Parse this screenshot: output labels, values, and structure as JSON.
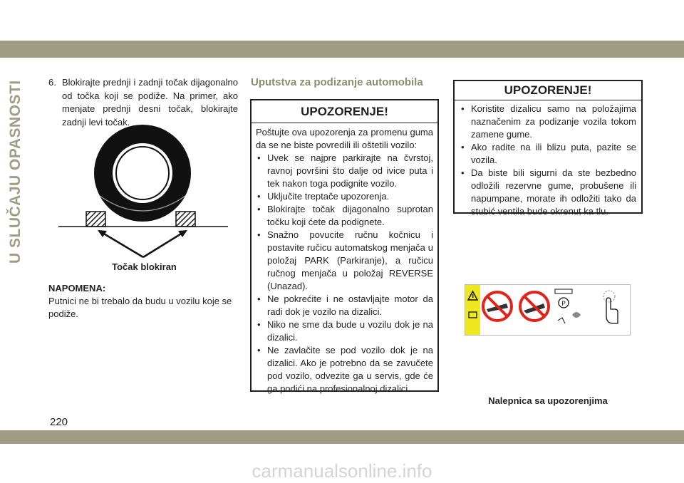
{
  "side_title": "U SLUČAJU OPASNOSTI",
  "page_number": "220",
  "watermark": "carmanualsonline.info",
  "step": {
    "number": "6.",
    "text": "Blokirajte prednji i zadnji točak dijagonalno od točka koji se podiže. Na primer, ako menjate prednji desni točak, blokirajte zadnji levi točak."
  },
  "figure_caption": "Točak blokiran",
  "note": {
    "heading": "NAPOMENA:",
    "text": "Putnici ne bi trebalo da budu u vozilu koje se podiže."
  },
  "section_heading": "Uputstva za podizanje automobila",
  "warning_box_1": {
    "title": "UPOZORENJE!",
    "intro": "Poštujte ova upozorenja za promenu guma da se ne biste povredili ili oštetili vozilo:",
    "items": [
      "Uvek se najpre parkirajte na čvrstoj, ravnoj površini što dalje od ivice puta i tek nakon toga podignite vozilo.",
      "Uključite treptače upozorenja.",
      "Blokirajte točak dijagonalno suprotan točku koji ćete da podignete.",
      "Snažno povucite ručnu kočnicu i postavite ručicu automatskog menjača u položaj PARK (Parkiranje), a ručicu ručnog menjača u položaj REVERSE (Unazad).",
      "Ne pokrećite i ne ostavljajte motor da radi dok je vozilo na dizalici.",
      "Niko ne sme da bude u vozilu dok je na dizalici.",
      "Ne zavlačite se pod vozilo dok je na dizalici. Ako je potrebno da se zavučete pod vozilo, odvezite ga u servis, gde će ga podići na profesionalnoj dizalici."
    ]
  },
  "warning_box_2": {
    "title": "UPOZORENJE!",
    "items": [
      "Koristite dizalicu samo na položajima naznačenim za podizanje vozila tokom zamene gume.",
      "Ako radite na ili blizu puta, pazite se vozila.",
      "Da biste bili sigurni da ste bezbedno odložili rezervne gume, probušene ili napumpane, morate ih odložiti tako da stubić ventila bude okrenut ka tlu."
    ]
  },
  "label_caption": "Nalepnica sa upozorenjima",
  "colors": {
    "band": "#a09c84",
    "heading_accent": "#8d8d6e",
    "text": "#231f20",
    "label_yellow": "#f0e81e",
    "prohibition_red": "#e2231a"
  }
}
